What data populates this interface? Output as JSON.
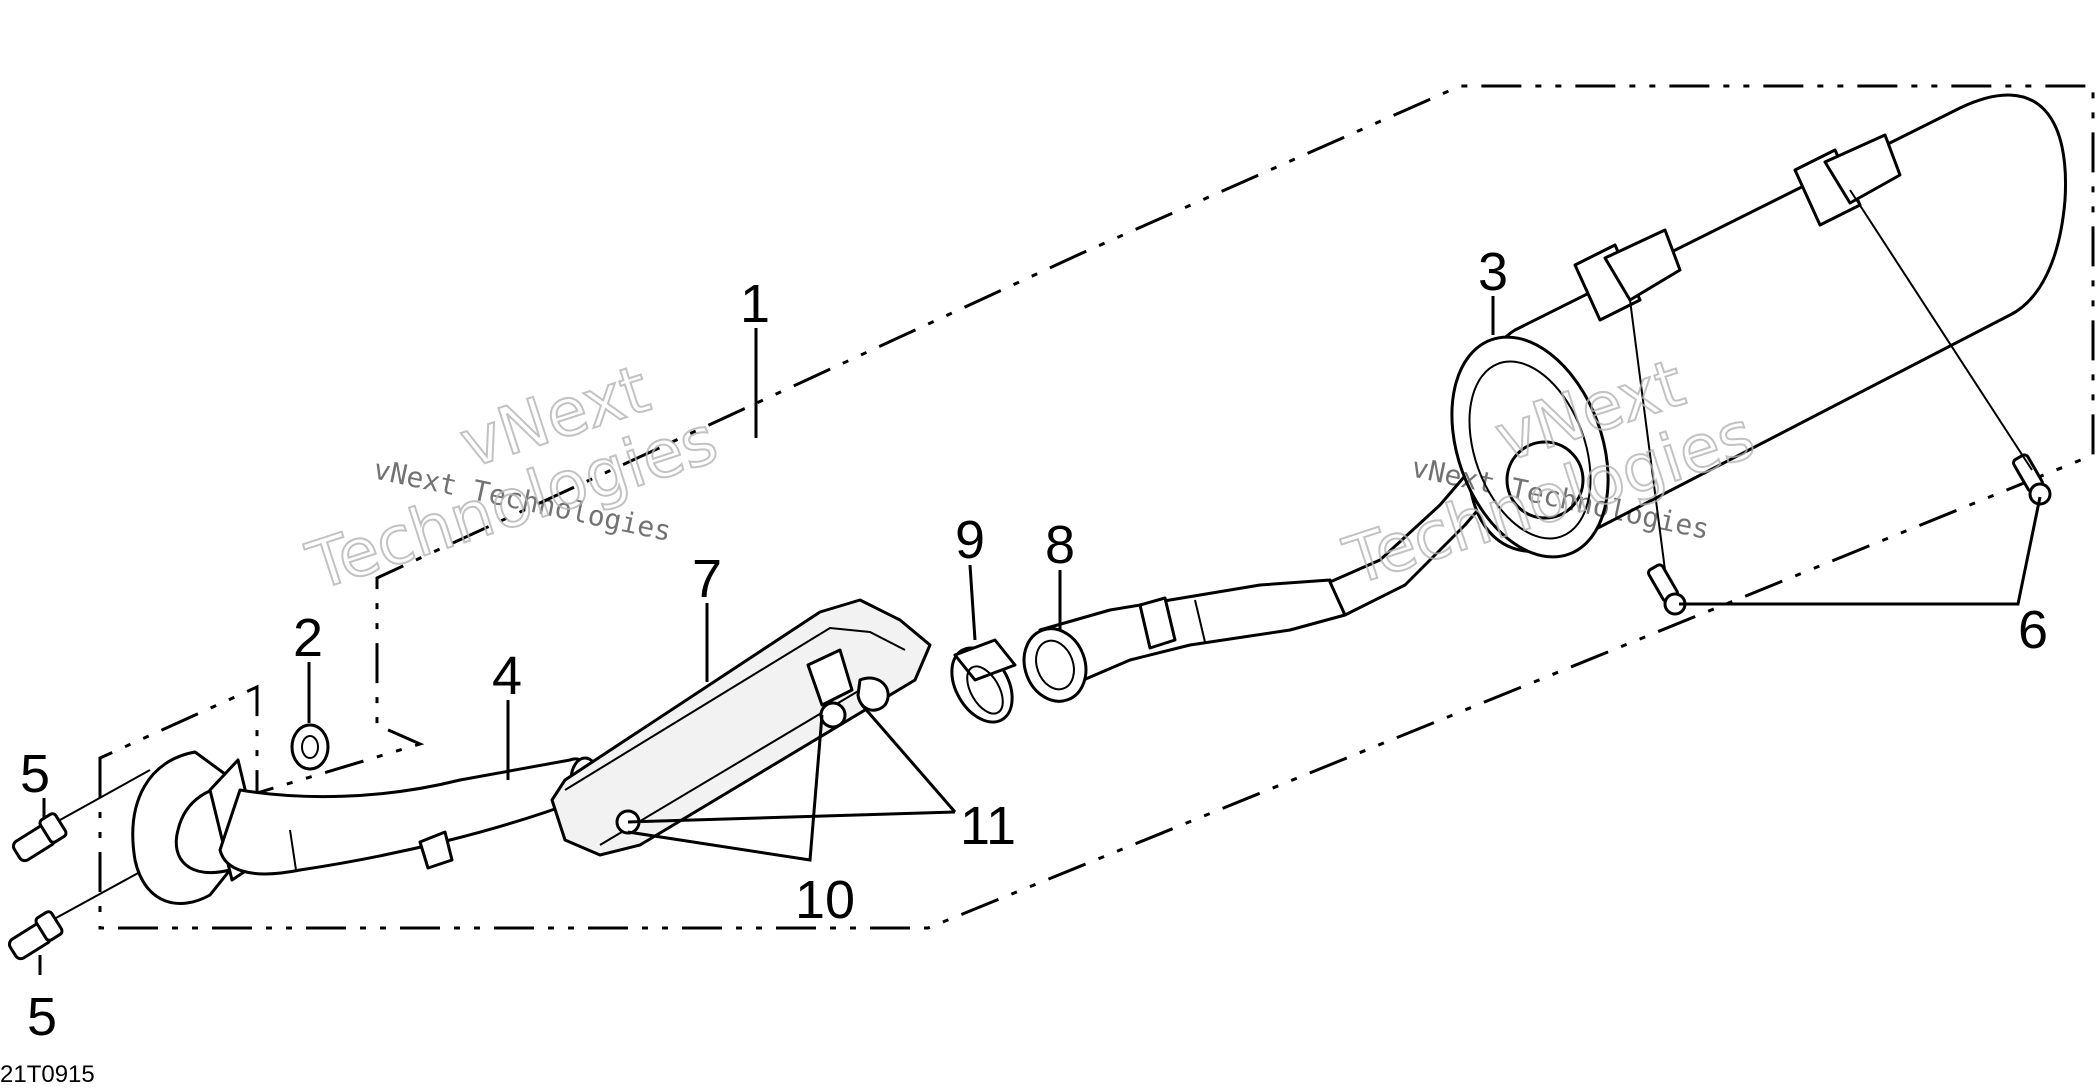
{
  "diagram": {
    "callouts": {
      "c1": "1",
      "c2": "2",
      "c3": "3",
      "c4": "4",
      "c5a": "5",
      "c5b": "5",
      "c6": "6",
      "c7": "7",
      "c8": "8",
      "c9": "9",
      "c10": "10",
      "c11": "11"
    },
    "drawing_code": "21T0915",
    "watermarks": {
      "line_left": "vNext Technologies",
      "line_right": "vNext Technologies",
      "big_left_top": "vNext",
      "big_left_bottom": "Technologies",
      "big_right_top": "vNext",
      "big_right_bottom": "Technologies"
    }
  }
}
